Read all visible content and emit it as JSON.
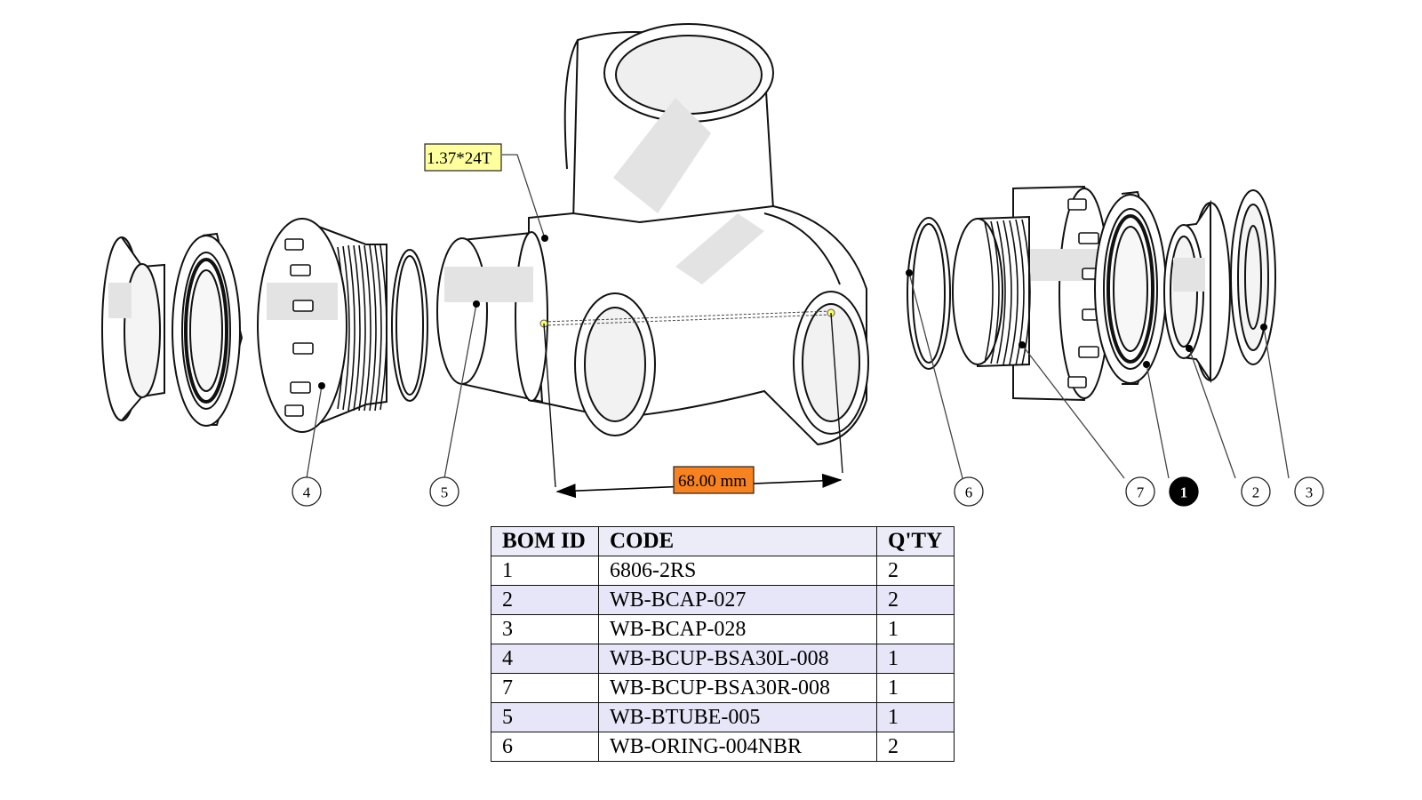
{
  "dimensions": {
    "thread_spec": "1.37*24T",
    "width_label": "68.00 mm"
  },
  "balloons": [
    "4",
    "5",
    "6",
    "7",
    "1",
    "2",
    "3"
  ],
  "highlighted_balloon": "1",
  "colors": {
    "thread_tag_bg": "#ffff9e",
    "width_tag_bg": "#f7821e",
    "table_alt_row": "#e6e6f8",
    "part_shade": "#e3e3e3"
  },
  "bom": {
    "headers": {
      "id": "BOM ID",
      "code": "CODE",
      "qty": "Q'TY"
    },
    "rows": [
      {
        "id": "1",
        "code": "6806-2RS",
        "qty": "2"
      },
      {
        "id": "2",
        "code": "WB-BCAP-027",
        "qty": "2"
      },
      {
        "id": "3",
        "code": "WB-BCAP-028",
        "qty": "1"
      },
      {
        "id": "4",
        "code": "WB-BCUP-BSA30L-008",
        "qty": "1"
      },
      {
        "id": "7",
        "code": "WB-BCUP-BSA30R-008",
        "qty": "1"
      },
      {
        "id": "5",
        "code": "WB-BTUBE-005",
        "qty": "1"
      },
      {
        "id": "6",
        "code": "WB-ORING-004NBR",
        "qty": "2"
      }
    ]
  }
}
